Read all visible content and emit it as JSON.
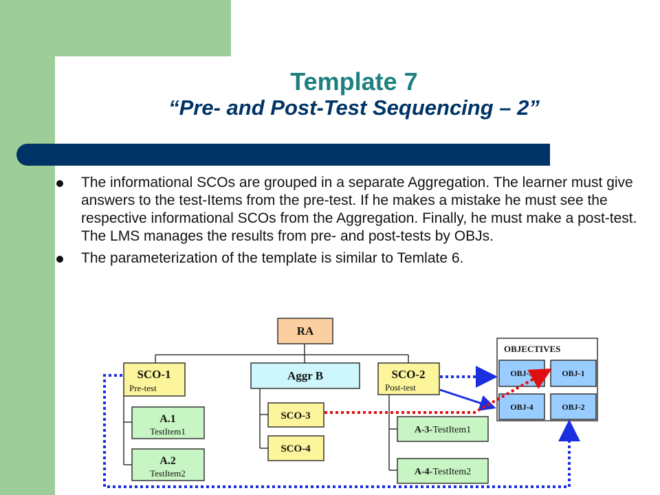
{
  "slide": {
    "title_line1": "Template 7",
    "title_line2": "“Pre- and Post-Test Sequencing – 2”",
    "bullets": [
      "The informational SCOs are grouped in a separate Aggregation. The learner must give answers to the test-Items from the pre-test. If he makes a mistake he must see the respective informational SCOs from the Aggregation. Finally, he must make a post-test. The LMS manages the results from pre- and post-tests by OBJs.",
      "The parameterization of the template is similar to Temlate 6."
    ]
  },
  "diagram": {
    "root": "RA",
    "sco1": {
      "label": "SCO-1",
      "sub": "Pre-test"
    },
    "aggr": {
      "label": "Aggr B"
    },
    "sco2": {
      "label": "SCO-2",
      "sub": "Post-test"
    },
    "a1": {
      "label": "A.1",
      "sub": "TestItem1"
    },
    "a2": {
      "label": "A.2",
      "sub": "TestItem2"
    },
    "sco3": "SCO-3",
    "sco4": "SCO-4",
    "a3": {
      "label": "A-3-",
      "sub": "TestItem1"
    },
    "a4": {
      "label": "A-4-",
      "sub": "TestItem2"
    },
    "objectives": {
      "title": "OBJECTIVES",
      "obj3": "OBJ-3",
      "obj1": "OBJ-1",
      "obj4": "OBJ-4",
      "obj2": "OBJ-2"
    },
    "colors": {
      "root_fill": "#fbcf9f",
      "sco_fill": "#fdf59b",
      "aggr_fill": "#cdf7fd",
      "item_fill": "#c8f5c4",
      "obj_fill": "#99ccff",
      "blue_arrow": "#1a2fe0",
      "red_arrow": "#e01010"
    }
  }
}
